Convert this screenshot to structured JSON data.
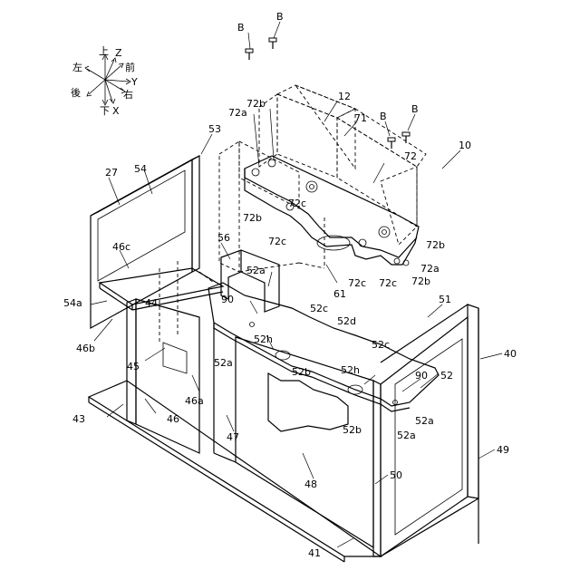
{
  "figure": {
    "axes_legend": {
      "up": "上",
      "down": "下",
      "left": "左",
      "right": "右",
      "front": "前",
      "back": "後",
      "x": "X",
      "y": "Y",
      "z": "Z"
    },
    "labels": [
      {
        "id": "B-1",
        "text": "B"
      },
      {
        "id": "B-2",
        "text": "B"
      },
      {
        "id": "B-3",
        "text": "B"
      },
      {
        "id": "B-4",
        "text": "B"
      },
      {
        "id": "10",
        "text": "10"
      },
      {
        "id": "12",
        "text": "12"
      },
      {
        "id": "71",
        "text": "71"
      },
      {
        "id": "72",
        "text": "72"
      },
      {
        "id": "72a-1",
        "text": "72a"
      },
      {
        "id": "72a-2",
        "text": "72a"
      },
      {
        "id": "72b-1",
        "text": "72b"
      },
      {
        "id": "72b-2",
        "text": "72b"
      },
      {
        "id": "72b-3",
        "text": "72b"
      },
      {
        "id": "72b-4",
        "text": "72b"
      },
      {
        "id": "72c-1",
        "text": "72c"
      },
      {
        "id": "72c-2",
        "text": "72c"
      },
      {
        "id": "72c-3",
        "text": "72c"
      },
      {
        "id": "72c-4",
        "text": "72c"
      },
      {
        "id": "53",
        "text": "53"
      },
      {
        "id": "27",
        "text": "27"
      },
      {
        "id": "54",
        "text": "54"
      },
      {
        "id": "56",
        "text": "56"
      },
      {
        "id": "46c",
        "text": "46c"
      },
      {
        "id": "61",
        "text": "61"
      },
      {
        "id": "52a-1",
        "text": "52a"
      },
      {
        "id": "52a-2",
        "text": "52a"
      },
      {
        "id": "52a-3",
        "text": "52a"
      },
      {
        "id": "52a-4",
        "text": "52a"
      },
      {
        "id": "54a",
        "text": "54a"
      },
      {
        "id": "44",
        "text": "44"
      },
      {
        "id": "90-1",
        "text": "90"
      },
      {
        "id": "90-2",
        "text": "90"
      },
      {
        "id": "52c-1",
        "text": "52c"
      },
      {
        "id": "52c-2",
        "text": "52c"
      },
      {
        "id": "52d",
        "text": "52d"
      },
      {
        "id": "51",
        "text": "51"
      },
      {
        "id": "46b",
        "text": "46b"
      },
      {
        "id": "52h-1",
        "text": "52h"
      },
      {
        "id": "52h-2",
        "text": "52h"
      },
      {
        "id": "40",
        "text": "40"
      },
      {
        "id": "45",
        "text": "45"
      },
      {
        "id": "52b-1",
        "text": "52b"
      },
      {
        "id": "52b-2",
        "text": "52b"
      },
      {
        "id": "52",
        "text": "52"
      },
      {
        "id": "46a",
        "text": "46a"
      },
      {
        "id": "43",
        "text": "43"
      },
      {
        "id": "46",
        "text": "46"
      },
      {
        "id": "47",
        "text": "47"
      },
      {
        "id": "49",
        "text": "49"
      },
      {
        "id": "48",
        "text": "48"
      },
      {
        "id": "50",
        "text": "50"
      },
      {
        "id": "41",
        "text": "41"
      }
    ]
  }
}
